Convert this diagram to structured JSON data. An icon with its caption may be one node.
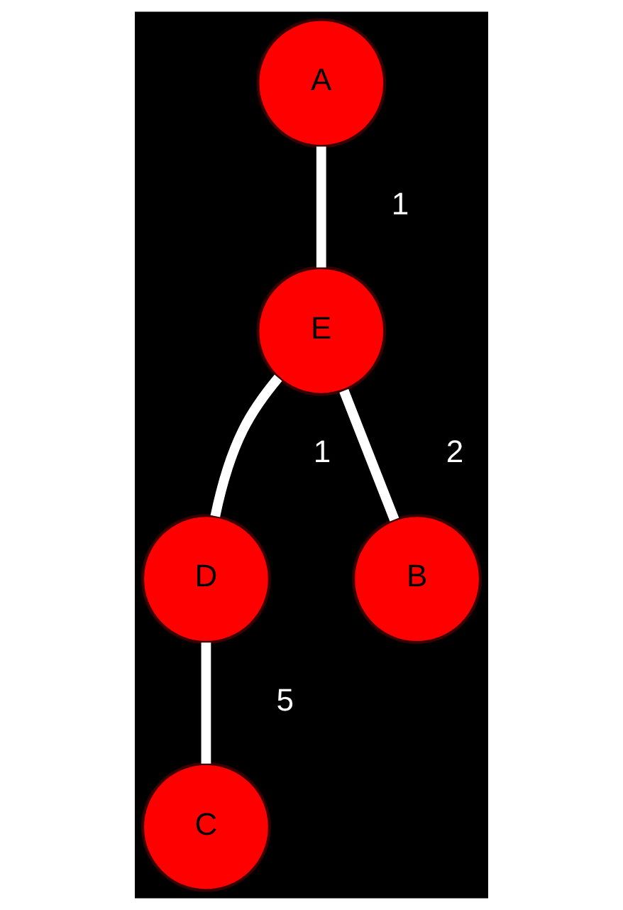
{
  "diagram": {
    "nodes": [
      {
        "text": [
          "A"
        ]
      },
      {
        "text": [
          "E"
        ]
      },
      {
        "text": [
          "D"
        ]
      },
      {
        "text": [
          "B"
        ]
      },
      {
        "text": [
          "C"
        ]
      }
    ],
    "edges": [
      {
        "from": 0,
        "to": 1,
        "arrow": "none",
        "label": "1"
      },
      {
        "from": 1,
        "to": 2,
        "arrow": "none",
        "label": "1"
      },
      {
        "from": 1,
        "to": 3,
        "arrow": "none",
        "label": "2"
      },
      {
        "from": 2,
        "to": 4,
        "arrow": "none",
        "label": "5"
      }
    ]
  }
}
